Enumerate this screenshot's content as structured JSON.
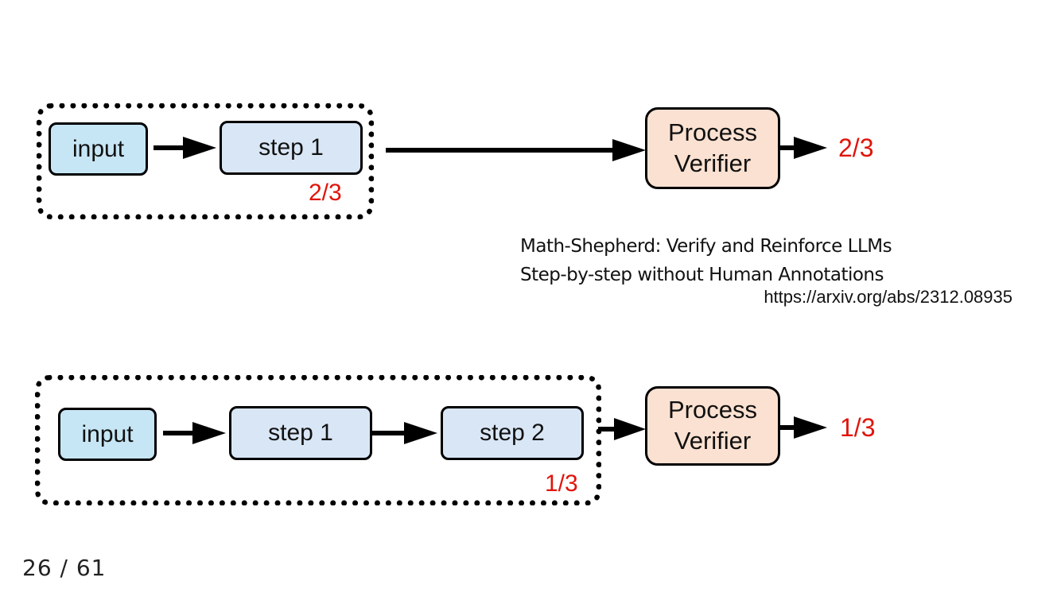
{
  "diagram_top": {
    "input_label": "input",
    "step1_label": "step 1",
    "group_score": "2/3",
    "verifier_label_line1": "Process",
    "verifier_label_line2": "Verifier",
    "output_score": "2/3"
  },
  "diagram_bottom": {
    "input_label": "input",
    "step1_label": "step 1",
    "step2_label": "step 2",
    "group_score": "1/3",
    "verifier_label_line1": "Process",
    "verifier_label_line2": "Verifier",
    "output_score": "1/3"
  },
  "citation": {
    "title_line1": "Math-Shepherd: Verify and Reinforce LLMs",
    "title_line2": "Step-by-step without Human Annotations",
    "url": "https://arxiv.org/abs/2312.08935"
  },
  "page_counter": "26 / 61",
  "colors": {
    "input_fill": "#c7e6f5",
    "step_fill": "#d9e6f6",
    "verifier_fill": "#fbe1d1",
    "score_red": "#e0140a"
  }
}
